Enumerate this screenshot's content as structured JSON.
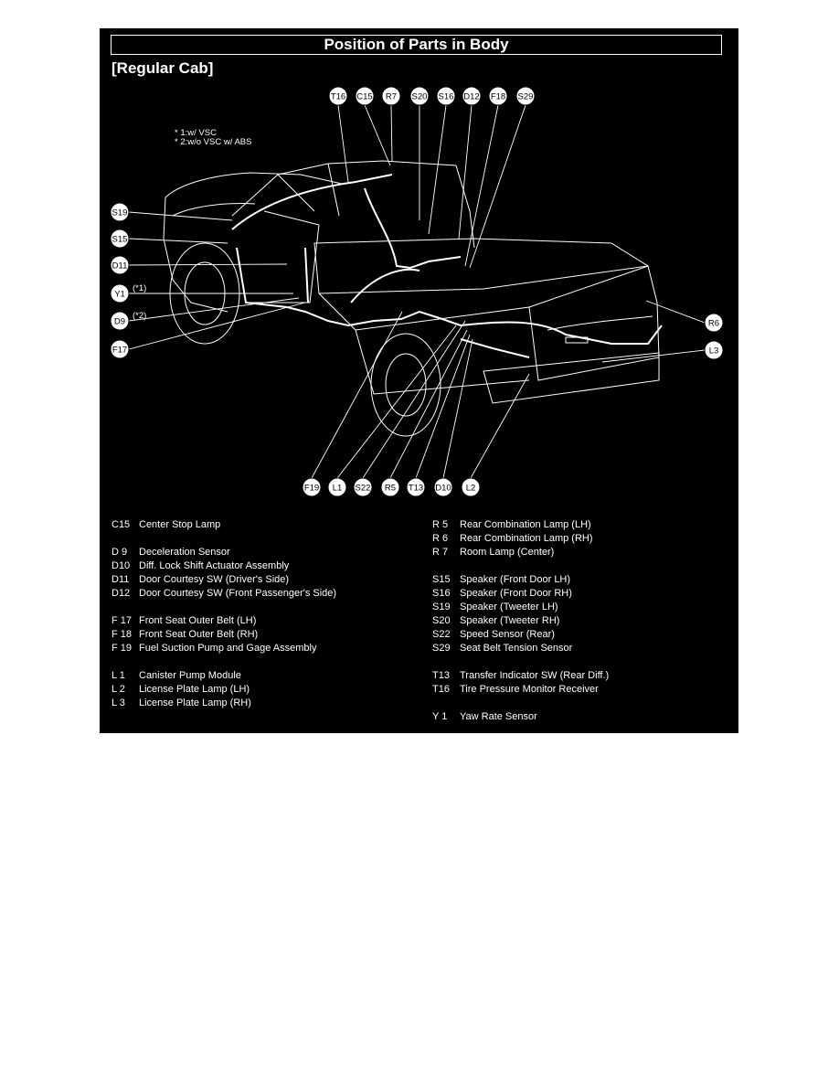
{
  "title": "Position of Parts in Body",
  "subtitle": "[Regular Cab]",
  "notes": [
    "* 1:w/ VSC",
    "* 2:w/o VSC w/ ABS"
  ],
  "top_callouts": [
    "T16",
    "C15",
    "R7",
    "S20",
    "S16",
    "D12",
    "F18",
    "S29"
  ],
  "left_callouts": [
    "S19",
    "S15",
    "D11",
    "Y1",
    "D9",
    "F17"
  ],
  "left_callout_notes": {
    "Y1": "(*1)",
    "D9": "(*2)"
  },
  "right_callouts": [
    "R6",
    "L3"
  ],
  "bottom_callouts": [
    "F19",
    "L1",
    "S22",
    "R5",
    "T13",
    "D10",
    "L2"
  ],
  "legend_left": [
    {
      "code": "C15",
      "name": "Center Stop Lamp"
    },
    {
      "code": "",
      "name": ""
    },
    {
      "code": "D  9",
      "name": "Deceleration Sensor"
    },
    {
      "code": "D10",
      "name": "Diff. Lock Shift Actuator Assembly"
    },
    {
      "code": "D11",
      "name": "Door Courtesy SW (Driver's Side)"
    },
    {
      "code": "D12",
      "name": "Door Courtesy SW (Front Passenger's Side)"
    },
    {
      "code": "",
      "name": ""
    },
    {
      "code": "F 17",
      "name": "Front Seat Outer Belt (LH)"
    },
    {
      "code": "F 18",
      "name": "Front Seat Outer Belt (RH)"
    },
    {
      "code": "F 19",
      "name": "Fuel Suction Pump and Gage Assembly"
    },
    {
      "code": "",
      "name": ""
    },
    {
      "code": "L   1",
      "name": "Canister Pump Module"
    },
    {
      "code": "L   2",
      "name": "License Plate Lamp (LH)"
    },
    {
      "code": "L   3",
      "name": "License Plate Lamp (RH)"
    }
  ],
  "legend_right": [
    {
      "code": "R  5",
      "name": "Rear Combination Lamp (LH)"
    },
    {
      "code": "R  6",
      "name": "Rear Combination Lamp (RH)"
    },
    {
      "code": "R  7",
      "name": "Room Lamp (Center)"
    },
    {
      "code": "",
      "name": ""
    },
    {
      "code": "S15",
      "name": "Speaker (Front Door LH)"
    },
    {
      "code": "S16",
      "name": "Speaker (Front Door RH)"
    },
    {
      "code": "S19",
      "name": "Speaker (Tweeter LH)"
    },
    {
      "code": "S20",
      "name": "Speaker (Tweeter RH)"
    },
    {
      "code": "S22",
      "name": "Speed Sensor (Rear)"
    },
    {
      "code": "S29",
      "name": "Seat Belt Tension Sensor"
    },
    {
      "code": "",
      "name": ""
    },
    {
      "code": "T13",
      "name": "Transfer Indicator SW (Rear Diff.)"
    },
    {
      "code": "T16",
      "name": "Tire Pressure Monitor Receiver"
    },
    {
      "code": "",
      "name": ""
    },
    {
      "code": "Y  1",
      "name": "Yaw Rate Sensor"
    }
  ]
}
